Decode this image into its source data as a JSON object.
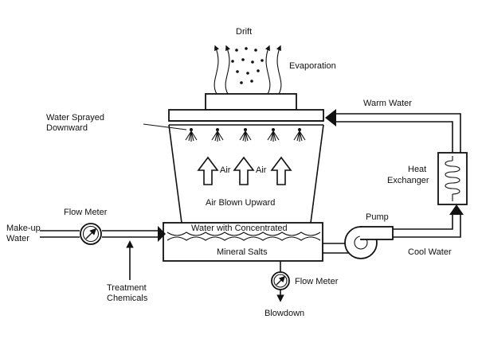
{
  "labels": {
    "drift": "Drift",
    "evaporation": "Evaporation",
    "water_sprayed_1": "Water Sprayed",
    "water_sprayed_2": "Downward",
    "warm_water": "Warm Water",
    "heat_1": "Heat",
    "heat_2": "Exchanger",
    "air_1": "Air",
    "air_2": "Air",
    "air_blown": "Air Blown Upward",
    "flow_meter_top": "Flow Meter",
    "makeup_1": "Make-up",
    "makeup_2": "Water",
    "basin_1": "Water with Concentrated",
    "basin_2": "Mineral Salts",
    "pump": "Pump",
    "cool_water": "Cool Water",
    "treatment_1": "Treatment",
    "treatment_2": "Chemicals",
    "flow_meter_bottom": "Flow Meter",
    "blowdown": "Blowdown"
  }
}
